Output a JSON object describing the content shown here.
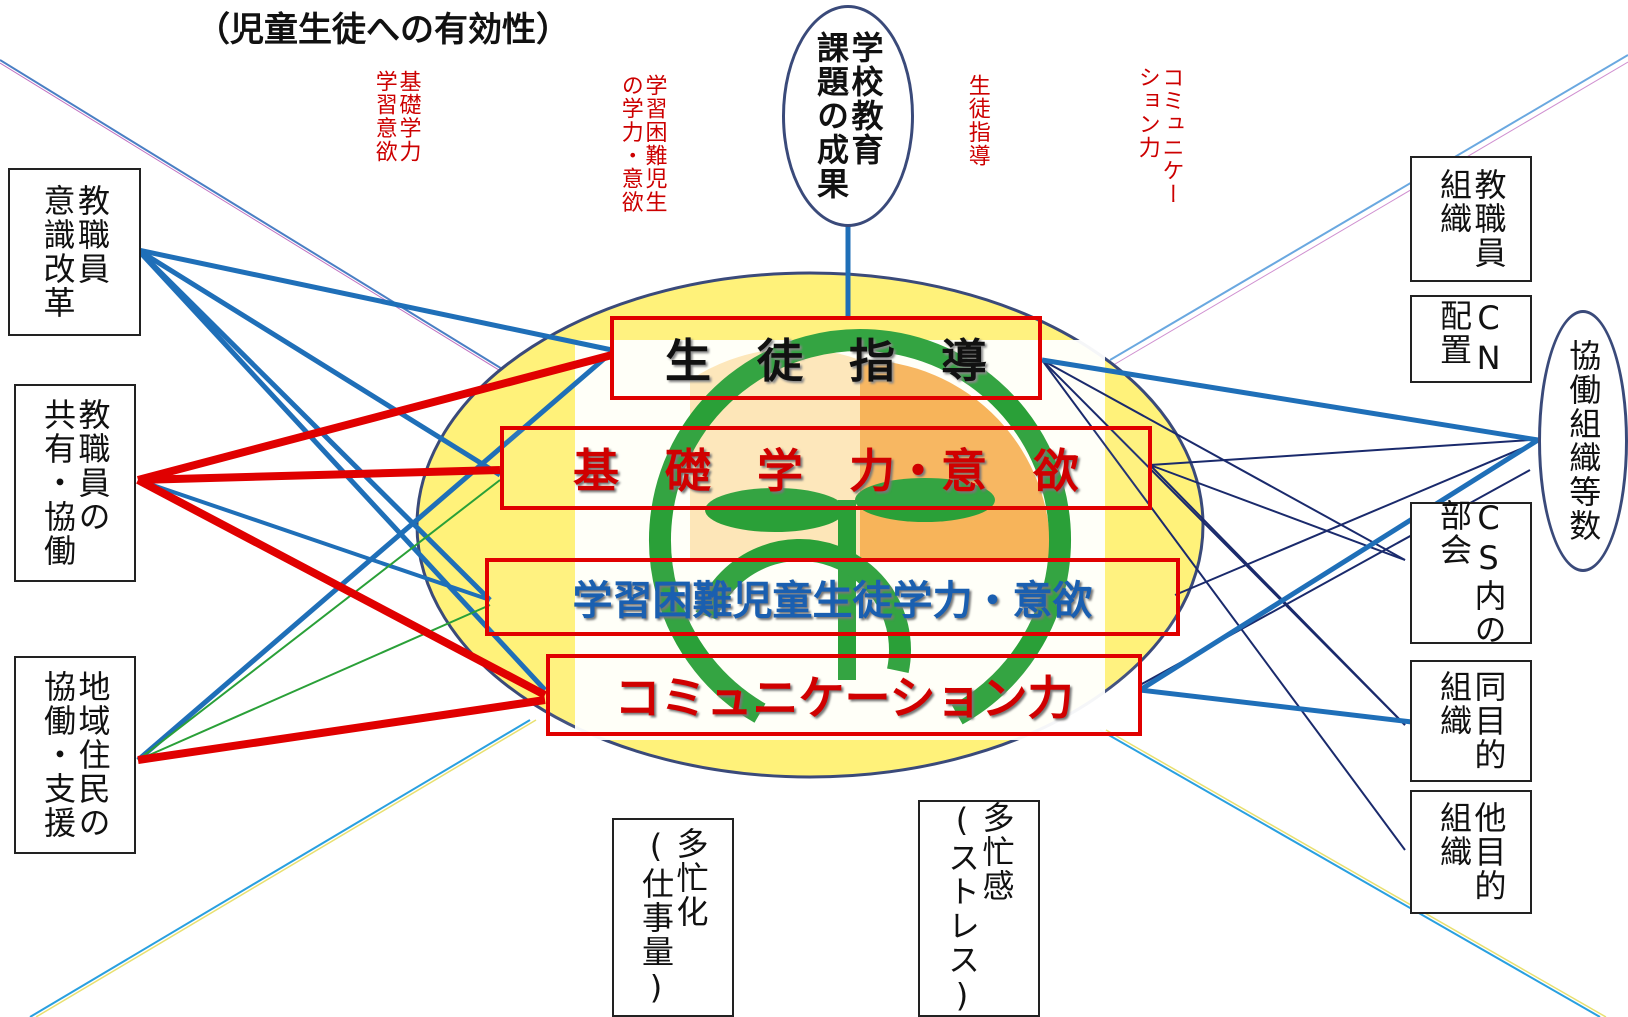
{
  "title": "（児童生徒への有効性）",
  "top_labels": {
    "kiso": "基礎学力\n学習意欲",
    "konnan": "学習困難児生\nの学力・意欲",
    "seikatsu": "生徒指導",
    "comm": "コミュニケー\nション力"
  },
  "top_ellipse": "学校教育\n課題の成果",
  "right_ellipse": "協働組織等数",
  "left_boxes": {
    "ishiki": "教職員\n意識改革",
    "kyoyu": "教職員の\n共有・協働",
    "chiiki": "地域住民の\n協働・支援"
  },
  "right_boxes": {
    "soshiki": "教職員\n組織",
    "cn": "CN\n配置",
    "cs": "CS内の\n部会",
    "doumoku": "同目的\n組織",
    "tamoku": "他目的\n組織"
  },
  "bottom_boxes": {
    "tabouka": "多忙化\n(仕事量)",
    "taboukan": "多忙感\n(ストレス)"
  },
  "bands": {
    "seito": "生　徒　指　導",
    "kiso": "基　礎　学　力・意　欲",
    "konnan": "学習困難児童生徒学力・意欲",
    "comm": "コミュニケーション力"
  },
  "colors": {
    "red": "#e00000",
    "blue": "#1f6fb8",
    "navy": "#1a2a6c",
    "green": "#2aa038",
    "yellow": "#fff27a",
    "orange": "#f7b45a"
  }
}
